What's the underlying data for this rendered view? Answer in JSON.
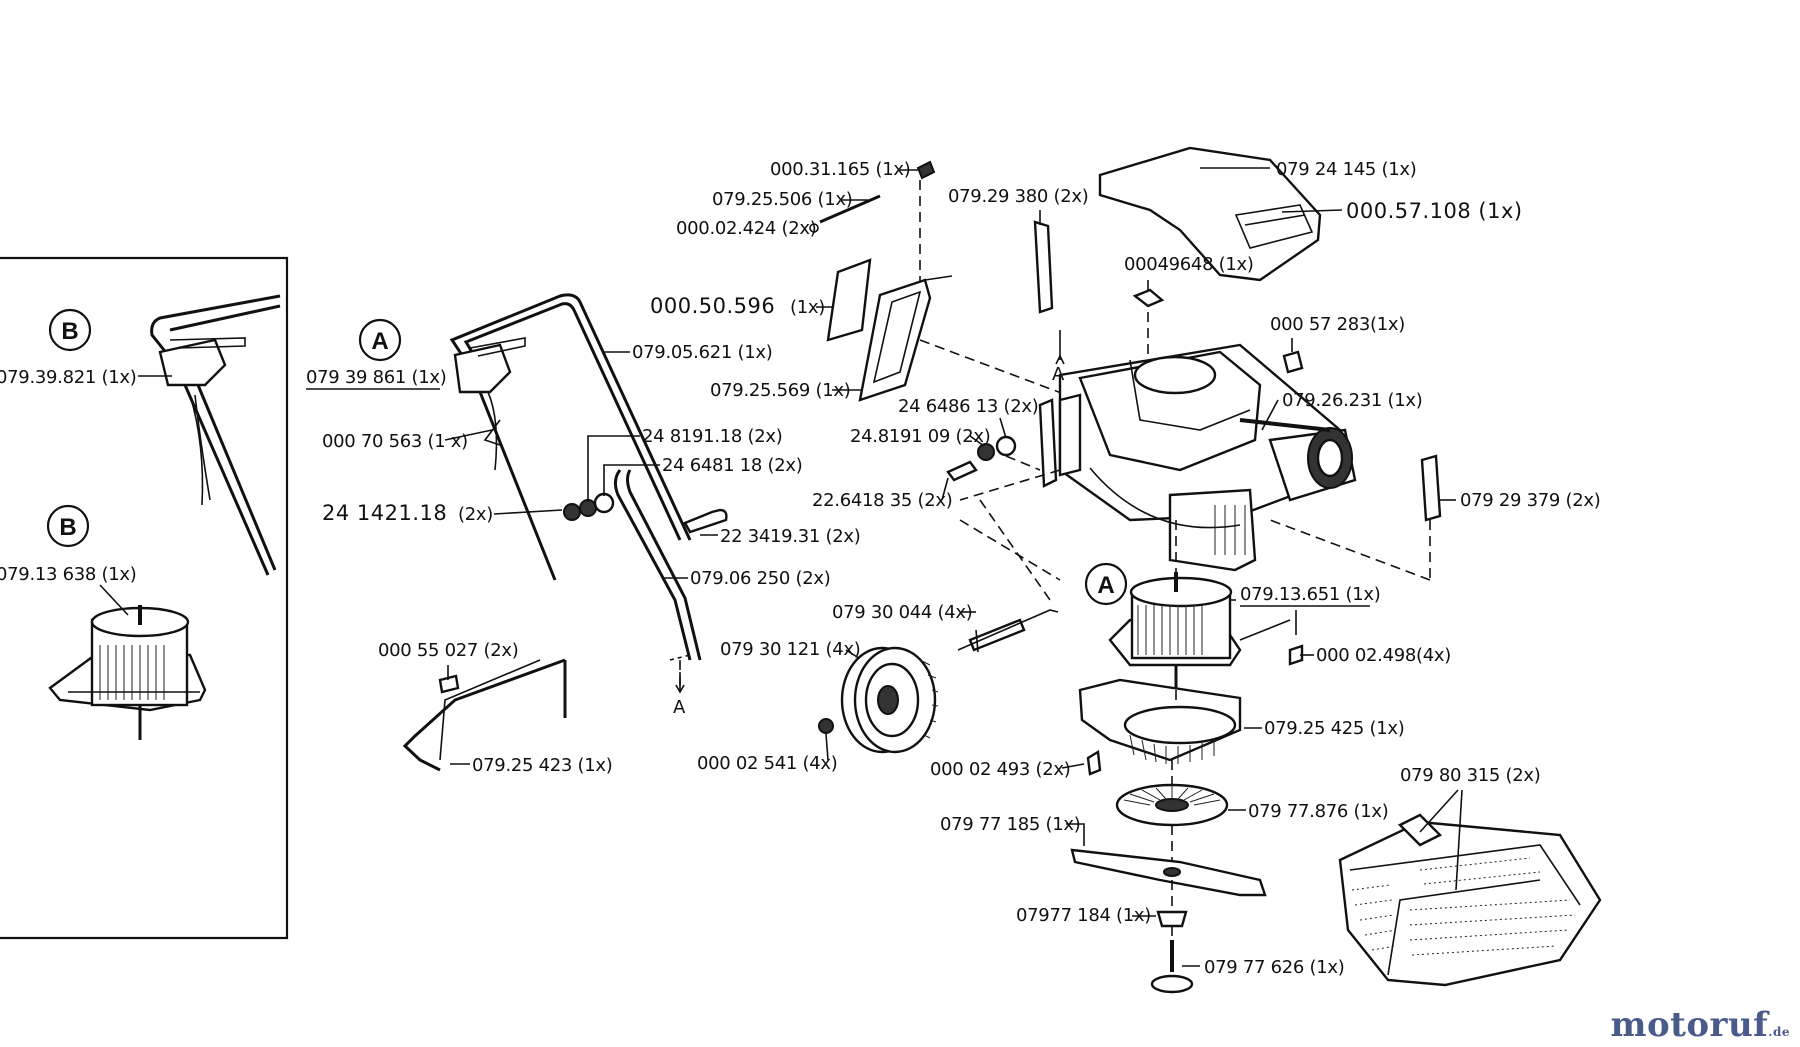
{
  "callouts": {
    "A": "A",
    "B": "B"
  },
  "labels": {
    "p_079_39_821": "079.39.821 (1x)",
    "p_079_13_638": "079.13 638 (1x)",
    "p_079_39_861": "079 39 861 (1x)",
    "p_000_70_563": "000 70 563 (1 x)",
    "p_24_1421_18": "24 1421.18",
    "p_24_1421_18_q": "(2x)",
    "p_079_05_621": "079.05.621 (1x)",
    "p_24_8191_18": "24 8191.18  (2x)",
    "p_24_6481_18": "24 6481 18  (2x)",
    "p_22_3419_31": "22 3419.31  (2x)",
    "p_079_06_250": "079.06 250  (2x)",
    "p_000_55_027": "000 55 027 (2x)",
    "p_079_25_423": "079.25 423 (1x)",
    "p_000_31_165": "000.31.165  (1x)",
    "p_079_25_506": "079.25.506  (1x)",
    "p_000_02_424": "000.02.424 (2x)",
    "p_000_50_596": "000.50.596",
    "p_000_50_596_q": "(1x)",
    "p_079_25_569": "079.25.569  (1x)",
    "p_24_6486_13": "24 6486 13  (2x)",
    "p_24_8191_09": "24.8191 09  (2x)",
    "p_22_6418_35": "22.6418 35  (2x)",
    "p_079_29_380": "079.29 380  (2x)",
    "p_000_49_648": "00049648  (1x)",
    "p_079_24_145": "079 24 145  (1x)",
    "p_000_57_108": "000.57.108  (1x)",
    "p_000_57_283": "000 57 283(1x)",
    "p_079_26_231": "079.26.231  (1x)",
    "p_079_29_379": "079 29 379  (2x)",
    "p_079_13_651": "079.13.651 (1x)",
    "p_000_02_498": "000 02.498(4x)",
    "p_079_30_044": "079 30 044  (4x)",
    "p_079_30_121": "079 30 121  (4x)",
    "p_000_02_541": "000 02 541  (4x)",
    "p_079_25_425": "079.25 425   (1x)",
    "p_000_02_493": "000 02 493  (2x)",
    "p_079_77_876": "079 77.876  (1x)",
    "p_079_77_185": "079 77 185  (1x)",
    "p_079_80_315": "079 80 315  (2x)",
    "p_079_77_184": "07977 184  (1x)",
    "p_079_77_626": "079 77 626  (1x)",
    "arrow_a1": "A",
    "arrow_a2": "A"
  },
  "watermark": {
    "brand_main": "motoruf",
    "brand_accent": "",
    "tld": ".de"
  }
}
